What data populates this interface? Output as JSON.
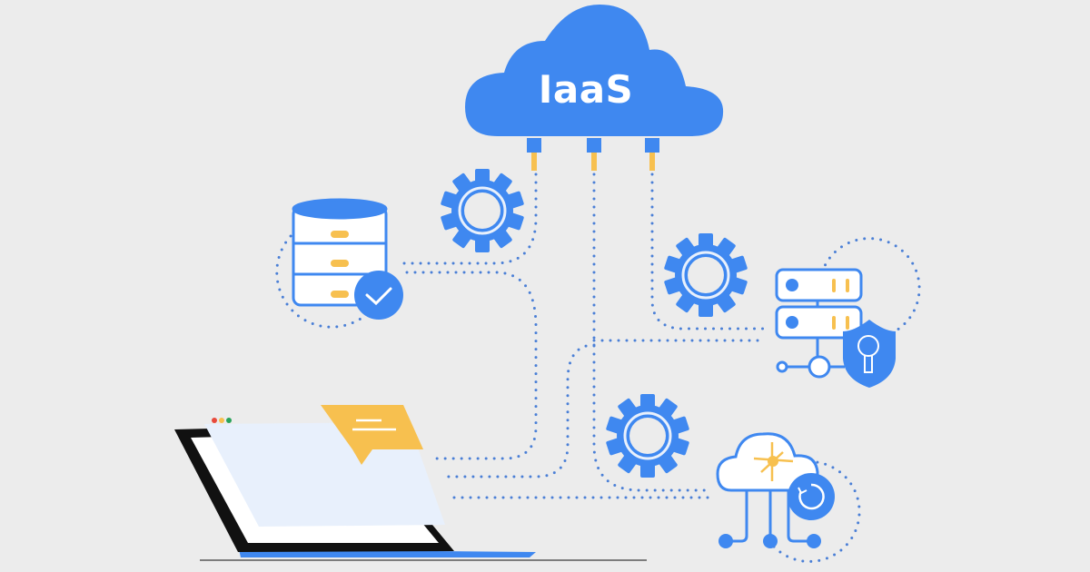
{
  "illustration": {
    "title": "IaaS",
    "subject": "Infrastructure as a Service diagram",
    "colors": {
      "background": "#ececec",
      "primary_blue": "#3f88f0",
      "accent_yellow": "#f7c04f",
      "panel_light": "#e8f0fc",
      "outline_dark": "#111111"
    },
    "elements": [
      {
        "name": "iaas-cloud",
        "label": "IaaS"
      },
      {
        "name": "database-verified",
        "icon": "database-check-icon"
      },
      {
        "name": "secure-server",
        "icon": "server-shield-keyhole-icon"
      },
      {
        "name": "cloud-network-sync",
        "icon": "cloud-network-refresh-icon"
      },
      {
        "name": "laptop-browser",
        "icon": "laptop-chat-icon"
      },
      {
        "name": "gear-1",
        "icon": "gear-icon"
      },
      {
        "name": "gear-2",
        "icon": "gear-icon"
      },
      {
        "name": "gear-3",
        "icon": "gear-icon"
      }
    ]
  }
}
